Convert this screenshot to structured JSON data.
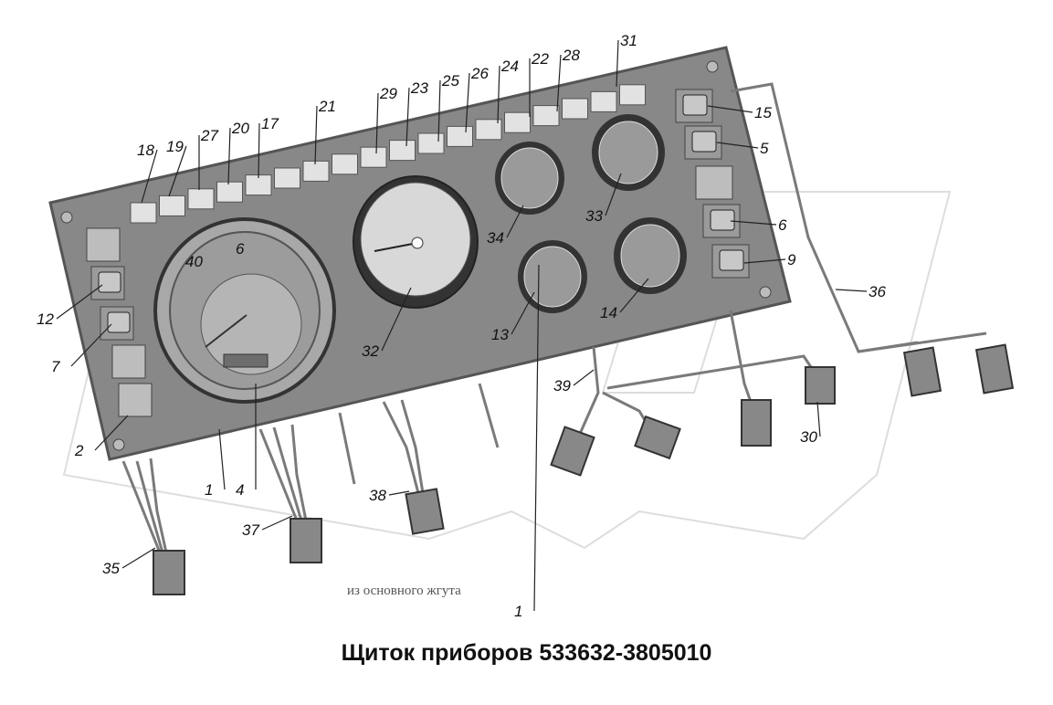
{
  "title": "Щиток приборов 533632-3805010",
  "source_note": "из основного жгута",
  "gauge_marks": {
    "speed_a": "40",
    "speed_b": "6"
  },
  "callouts": [
    "1",
    "1",
    "2",
    "4",
    "5",
    "6",
    "7",
    "9",
    "12",
    "13",
    "14",
    "15",
    "17",
    "18",
    "19",
    "20",
    "21",
    "22",
    "23",
    "24",
    "25",
    "26",
    "27",
    "28",
    "29",
    "30",
    "31",
    "32",
    "33",
    "34",
    "35",
    "36",
    "37",
    "38",
    "39"
  ],
  "colors": {
    "panel": "#888888",
    "panel_edge": "#555555",
    "indicator": "#e2e2e2",
    "wire": "#7a7a7a",
    "watermark": "#d9d9d9"
  }
}
